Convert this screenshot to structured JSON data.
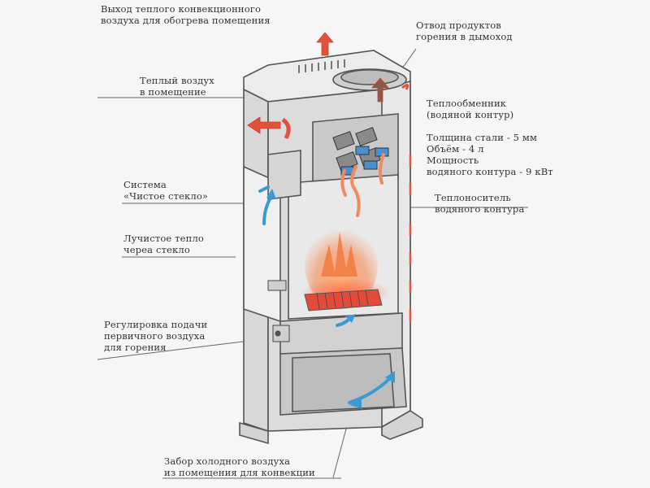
{
  "labels": {
    "convection_out": {
      "line1": "Выход теплого конвекционного",
      "line2": "воздуха для обогрева помещения"
    },
    "flue": {
      "line1": "Отвод продуктов",
      "line2": "горения в дымоход"
    },
    "warm_air": {
      "line1": "Теплый воздух",
      "line2": "в помещение"
    },
    "heat_exchanger": {
      "line1": "Теплообменник",
      "line2": "(водяной контур)"
    },
    "specs": {
      "line1": "Толщина стали - 5 мм",
      "line2": "Объём - 4 л",
      "line3": "Мощность",
      "line4": "водяного контура - 9 кВт"
    },
    "clean_glass": {
      "line1": "Система",
      "line2": "«Чистое стекло»"
    },
    "coolant": {
      "line1": "Теплоноситель",
      "line2": "водяного контура"
    },
    "radiant_heat": {
      "line1": "Лучистое тепло",
      "line2": "череа стекло"
    },
    "primary_air": {
      "line1": "Регулировка подачи",
      "line2": "первичного воздуха",
      "line3": "для горения"
    },
    "cold_air": {
      "line1": "Забор холодного воздуха",
      "line2": "из помещения для конвекции"
    }
  },
  "colors": {
    "outline": "#555555",
    "body": "#e2e2e2",
    "panel": "#d4d4d4",
    "red_arrow": "#e0523a",
    "blue_arrow": "#3a9ad6",
    "fire": "#f07030"
  }
}
